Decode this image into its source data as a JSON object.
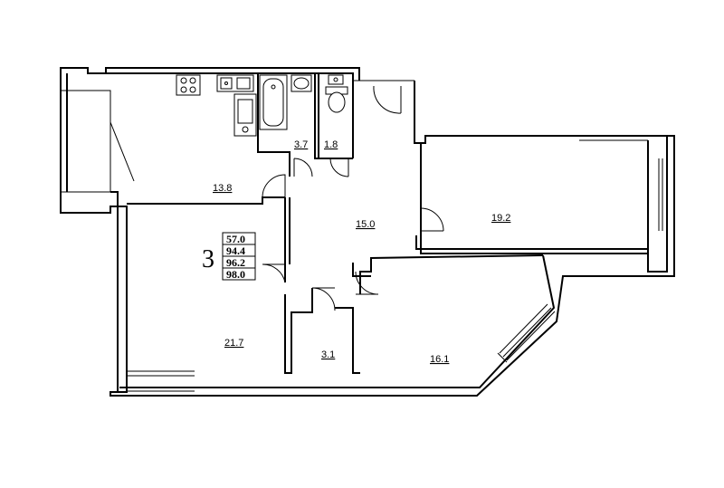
{
  "apartment": {
    "rooms_count": "3",
    "areas": [
      "57.0",
      "94.4",
      "96.2",
      "98.0"
    ]
  },
  "rooms": [
    {
      "id": "kitchen",
      "area": "13.8"
    },
    {
      "id": "bathroom",
      "area": "3.7"
    },
    {
      "id": "wc",
      "area": "1.8"
    },
    {
      "id": "hall",
      "area": "15.0"
    },
    {
      "id": "bedroom-east",
      "area": "19.2"
    },
    {
      "id": "living-west",
      "area": "21.7"
    },
    {
      "id": "closet",
      "area": "3.1"
    },
    {
      "id": "bedroom-south",
      "area": "16.1"
    }
  ],
  "colors": {
    "ink": "#000000",
    "paper": "#ffffff"
  }
}
